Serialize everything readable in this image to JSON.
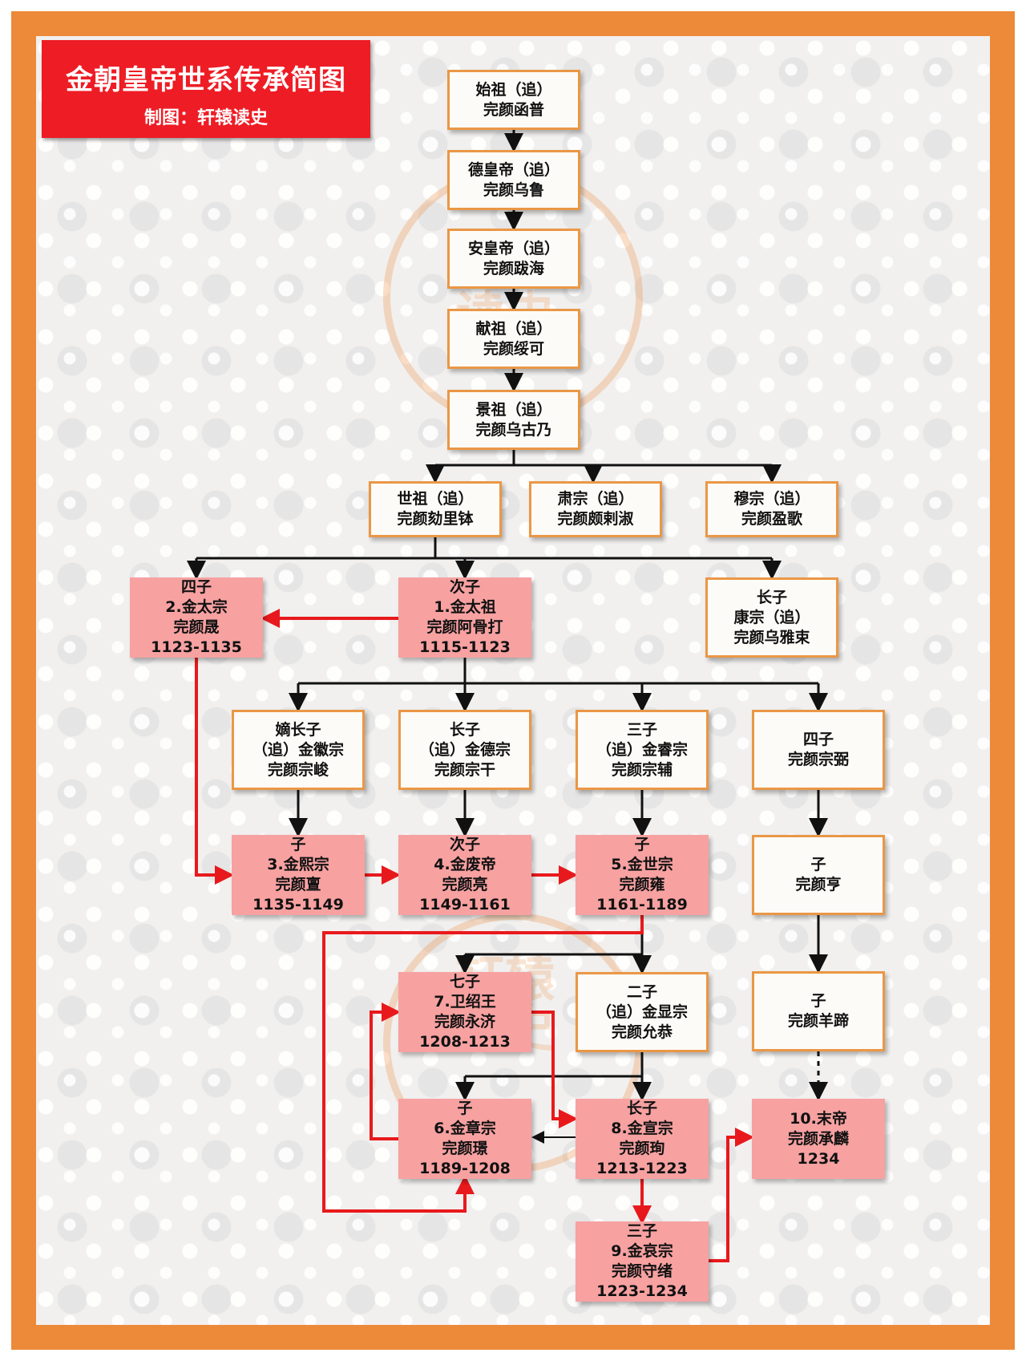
{
  "title": "金朝皇帝世系传承简图",
  "subtitle": "制图：轩辕读史",
  "watermark": "轩辕读史",
  "colors": {
    "frame": "#ec8a3a",
    "title_bg": "#ee1c25",
    "emperor_bg": "#f7a1a1",
    "box_border": "#ea9746",
    "succession_arrow": "#e8191c",
    "lineage_arrow": "#111111"
  },
  "nodes": {
    "shizu": {
      "lines": [
        "始祖（追）",
        "完颜函普"
      ]
    },
    "dehuangdi": {
      "lines": [
        "德皇帝（追）",
        "完颜乌鲁"
      ]
    },
    "anhuangdi": {
      "lines": [
        "安皇帝（追）",
        "完颜跋海"
      ]
    },
    "xianzu": {
      "lines": [
        "献祖（追）",
        "完颜绥可"
      ]
    },
    "jingzu": {
      "lines": [
        "景祖（追）",
        "完颜乌古乃"
      ]
    },
    "shizu2": {
      "lines": [
        "世祖（追）",
        "完颜劾里钵"
      ]
    },
    "suzong": {
      "lines": [
        "肃宗（追）",
        "完颜颇剌淑"
      ]
    },
    "muzong": {
      "lines": [
        "穆宗（追）",
        "完颜盈歌"
      ]
    },
    "taizong": {
      "lines": [
        "四子",
        "2.金太宗",
        "完颜晟",
        "1123-1135"
      ]
    },
    "taizu": {
      "lines": [
        "次子",
        "1.金太祖",
        "完颜阿骨打",
        "1115-1123"
      ]
    },
    "kangzong": {
      "lines": [
        "长子",
        "康宗（追）",
        "完颜乌雅束"
      ]
    },
    "huizong": {
      "lines": [
        "嫡长子",
        "（追）金徽宗",
        "完颜宗峻"
      ]
    },
    "dezong": {
      "lines": [
        "长子",
        "（追）金德宗",
        "完颜宗干"
      ]
    },
    "ruizong": {
      "lines": [
        "三子",
        "（追）金睿宗",
        "完颜宗辅"
      ]
    },
    "zongbi": {
      "lines": [
        "四子",
        "完颜宗弼"
      ]
    },
    "xizong": {
      "lines": [
        "子",
        "3.金熙宗",
        "完颜亶",
        "1135-1149"
      ]
    },
    "feidi": {
      "lines": [
        "次子",
        "4.金废帝",
        "完颜亮",
        "1149-1161"
      ]
    },
    "shizong": {
      "lines": [
        "子",
        "5.金世宗",
        "完颜雍",
        "1161-1189"
      ]
    },
    "heng": {
      "lines": [
        "子",
        "完颜亨"
      ]
    },
    "weishaowang": {
      "lines": [
        "七子",
        "7.卫绍王",
        "完颜永济",
        "1208-1213"
      ]
    },
    "xianzong": {
      "lines": [
        "二子",
        "（追）金显宗",
        "完颜允恭"
      ]
    },
    "yangti": {
      "lines": [
        "子",
        "完颜羊蹄"
      ]
    },
    "zhangzong": {
      "lines": [
        "子",
        "6.金章宗",
        "完颜璟",
        "1189-1208"
      ]
    },
    "xuanzong": {
      "lines": [
        "长子",
        "8.金宣宗",
        "完颜珣",
        "1213-1223"
      ]
    },
    "modi": {
      "lines": [
        "10.末帝",
        "完颜承麟",
        "1234"
      ]
    },
    "aizong": {
      "lines": [
        "三子",
        "9.金哀宗",
        "完颜守绪",
        "1223-1234"
      ]
    }
  }
}
